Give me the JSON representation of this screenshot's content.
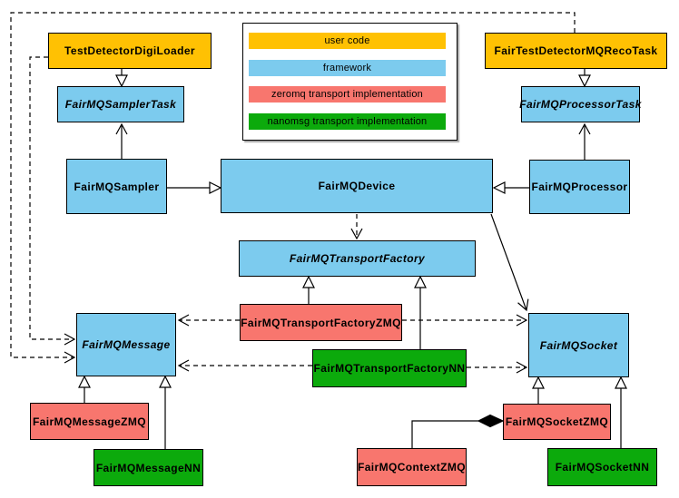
{
  "legend": {
    "items": [
      {
        "label": "user code",
        "color": "#FFC103"
      },
      {
        "label": "framework",
        "color": "#7CCBEE"
      },
      {
        "label": "zeromq transport implementation",
        "color": "#F8766E"
      },
      {
        "label": "nanomsg transport implementation",
        "color": "#0CAA0C"
      }
    ]
  },
  "colors": {
    "user_code": "#FFC103",
    "framework": "#7CCBEE",
    "zeromq": "#F8766E",
    "nanomsg": "#0CAA0C",
    "line": "#000000",
    "background": "#FFFFFF"
  },
  "nodes": {
    "test_detector_digi_loader": {
      "label": "TestDetectorDigiLoader"
    },
    "fair_test_detector_mq_reco_task": {
      "label": "FairTestDetectorMQRecoTask"
    },
    "fairmq_sampler_task": {
      "label": "FairMQSamplerTask"
    },
    "fairmq_processor_task": {
      "label": "FairMQProcessorTask"
    },
    "fairmq_sampler": {
      "label": "FairMQSampler"
    },
    "fairmq_device": {
      "label": "FairMQDevice"
    },
    "fairmq_processor": {
      "label": "FairMQProcessor"
    },
    "fairmq_transport_factory": {
      "label": "FairMQTransportFactory"
    },
    "fairmq_transport_factory_zmq": {
      "label": "FairMQTransportFactoryZMQ"
    },
    "fairmq_transport_factory_nn": {
      "label": "FairMQTransportFactoryNN"
    },
    "fairmq_message": {
      "label": "FairMQMessage"
    },
    "fairmq_socket": {
      "label": "FairMQSocket"
    },
    "fairmq_message_zmq": {
      "label": "FairMQMessageZMQ"
    },
    "fairmq_message_nn": {
      "label": "FairMQMessageNN"
    },
    "fairmq_context_zmq": {
      "label": "FairMQContextZMQ"
    },
    "fairmq_socket_zmq": {
      "label": "FairMQSocketZMQ"
    },
    "fairmq_socket_nn": {
      "label": "FairMQSocketNN"
    }
  }
}
